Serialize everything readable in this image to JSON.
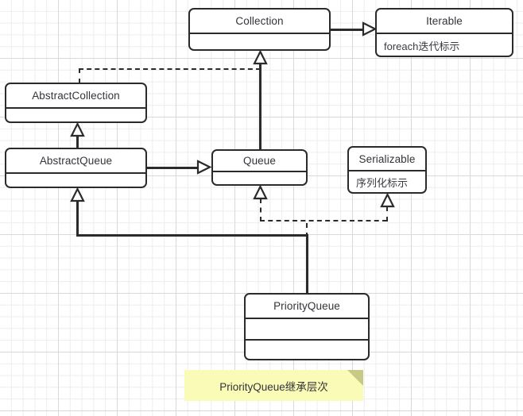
{
  "diagram": {
    "kind": "uml-class-diagram",
    "background_color": "#ffffff",
    "grid_color": "#ededed",
    "line_color": "#2b2b2b",
    "note_color": "#fbfbb8",
    "note_fold_color": "#c9c987"
  },
  "classes": [
    {
      "id": "collection",
      "name": "Collection",
      "rows": [
        ""
      ]
    },
    {
      "id": "iterable",
      "name": "Iterable",
      "rows": [
        "foreach迭代标示"
      ]
    },
    {
      "id": "abstract_collection",
      "name": "AbstractCollection",
      "rows": [
        ""
      ]
    },
    {
      "id": "abstract_queue",
      "name": "AbstractQueue",
      "rows": [
        ""
      ]
    },
    {
      "id": "queue",
      "name": "Queue",
      "rows": [
        ""
      ]
    },
    {
      "id": "serializable",
      "name": "Serializable",
      "rows": [
        "序列化标示"
      ]
    },
    {
      "id": "priority_queue",
      "name": "PriorityQueue",
      "rows": [
        "",
        ""
      ]
    }
  ],
  "note": {
    "text": "PriorityQueue继承层次"
  },
  "relations": [
    {
      "from": "Collection",
      "to": "Iterable",
      "type": "generalization",
      "style": "solid"
    },
    {
      "from": "Queue",
      "to": "Collection",
      "type": "generalization",
      "style": "solid"
    },
    {
      "from": "AbstractCollection",
      "to": "Collection",
      "type": "realization",
      "style": "dashed"
    },
    {
      "from": "AbstractQueue",
      "to": "AbstractCollection",
      "type": "generalization",
      "style": "solid"
    },
    {
      "from": "AbstractQueue",
      "to": "Queue",
      "type": "generalization",
      "style": "solid"
    },
    {
      "from": "PriorityQueue",
      "to": "AbstractQueue",
      "type": "generalization",
      "style": "solid"
    },
    {
      "from": "PriorityQueue",
      "to": "Queue",
      "type": "realization",
      "style": "dashed"
    },
    {
      "from": "PriorityQueue",
      "to": "Serializable",
      "type": "realization",
      "style": "dashed"
    }
  ]
}
